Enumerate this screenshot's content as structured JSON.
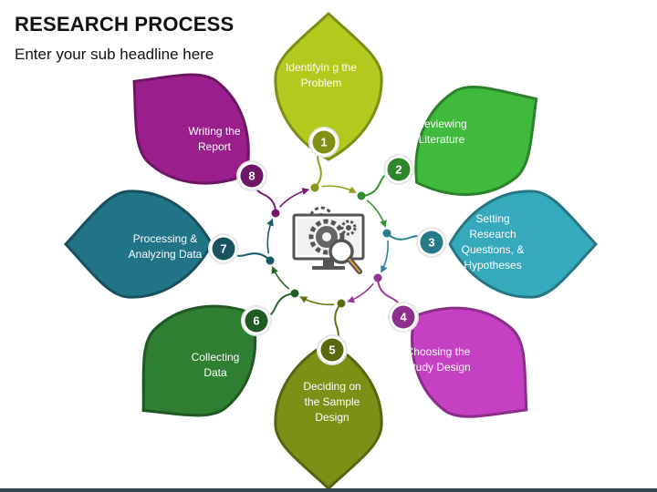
{
  "title": "RESEARCH PROCESS",
  "subtitle": "Enter your sub headline here",
  "steps": [
    {
      "number": "1",
      "label": "Identifyin g the Problem",
      "color": "#b2c91e"
    },
    {
      "number": "2",
      "label": "Reviewing Literature",
      "color": "#3fba3c"
    },
    {
      "number": "3",
      "label": "Setting Research Questions, & Hypotheses",
      "color": "#36a9bd"
    },
    {
      "number": "4",
      "label": "Choosing the Study Design",
      "color": "#c640c4"
    },
    {
      "number": "5",
      "label": "Deciding on the Sample Design",
      "color": "#7c9018"
    },
    {
      "number": "6",
      "label": "Collecting Data",
      "color": "#2e7f32"
    },
    {
      "number": "7",
      "label": "Processing & Analyzing Data",
      "color": "#217485"
    },
    {
      "number": "8",
      "label": "Writing the Report",
      "color": "#9b1e8d"
    }
  ],
  "center_icon": "gear-magnifier-monitor-icon"
}
